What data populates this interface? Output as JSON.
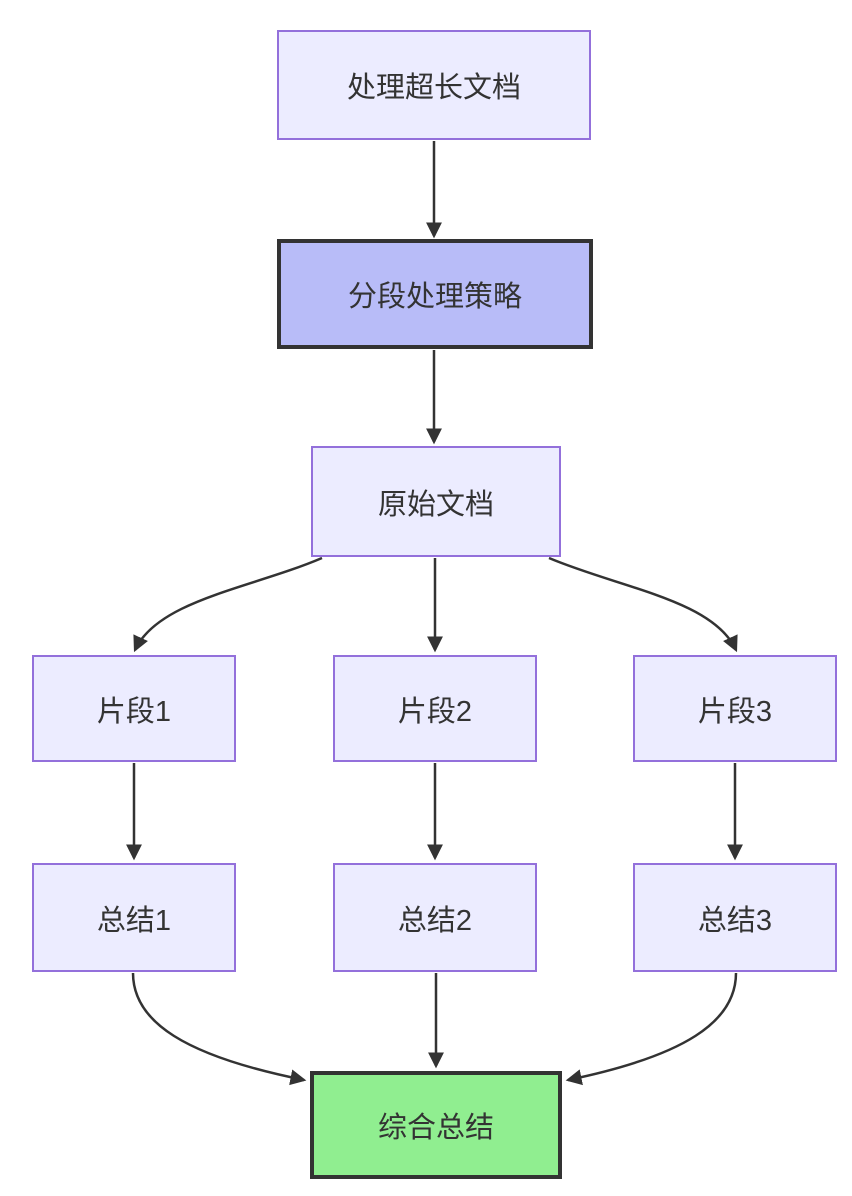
{
  "diagram": {
    "type": "flowchart",
    "direction": "top-down",
    "nodes": {
      "task": {
        "label": "处理超长文档"
      },
      "strategy": {
        "label": "分段处理策略"
      },
      "doc": {
        "label": "原始文档"
      },
      "chunk1": {
        "label": "片段1"
      },
      "chunk2": {
        "label": "片段2"
      },
      "chunk3": {
        "label": "片段3"
      },
      "sum1": {
        "label": "总结1"
      },
      "sum2": {
        "label": "总结2"
      },
      "sum3": {
        "label": "总结3"
      },
      "final": {
        "label": "综合总结"
      }
    },
    "edges": [
      {
        "from": "task",
        "to": "strategy"
      },
      {
        "from": "strategy",
        "to": "doc"
      },
      {
        "from": "doc",
        "to": "chunk1"
      },
      {
        "from": "doc",
        "to": "chunk2"
      },
      {
        "from": "doc",
        "to": "chunk3"
      },
      {
        "from": "chunk1",
        "to": "sum1"
      },
      {
        "from": "chunk2",
        "to": "sum2"
      },
      {
        "from": "chunk3",
        "to": "sum3"
      },
      {
        "from": "sum1",
        "to": "final"
      },
      {
        "from": "sum2",
        "to": "final"
      },
      {
        "from": "sum3",
        "to": "final"
      }
    ],
    "colors": {
      "background": "#ffffff",
      "node_fill": "#ECECFF",
      "node_border": "#9370DB",
      "strategy_fill": "#B8BCF8",
      "strategy_border": "#333333",
      "final_fill": "#90EE90",
      "final_border": "#333333",
      "edge": "#333333",
      "text": "#333333"
    }
  }
}
